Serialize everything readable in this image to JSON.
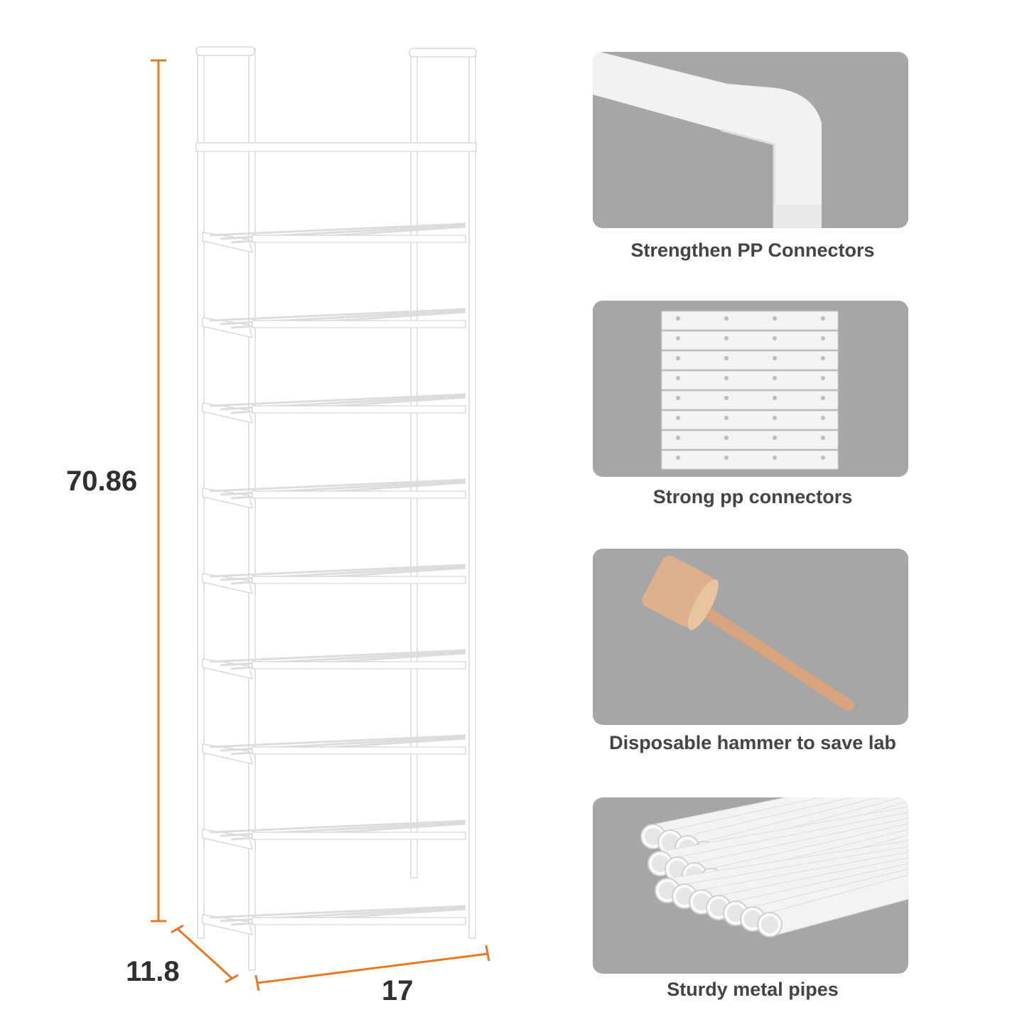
{
  "dimensions": {
    "height": "70.86",
    "depth": "11.8",
    "width": "17"
  },
  "colors": {
    "accent": "#e87722",
    "panel": "#a6a6a6",
    "text": "#444444",
    "rack": "#ffffff"
  },
  "rack": {
    "tiers": 10
  },
  "features": [
    {
      "caption": "Strengthen PP Connectors",
      "icon": "connector-elbow-icon"
    },
    {
      "caption": "Strong pp connectors",
      "icon": "connector-stack-icon"
    },
    {
      "caption": "Disposable hammer to save lab",
      "icon": "hammer-icon"
    },
    {
      "caption": "Sturdy metal pipes",
      "icon": "pipes-icon"
    }
  ]
}
